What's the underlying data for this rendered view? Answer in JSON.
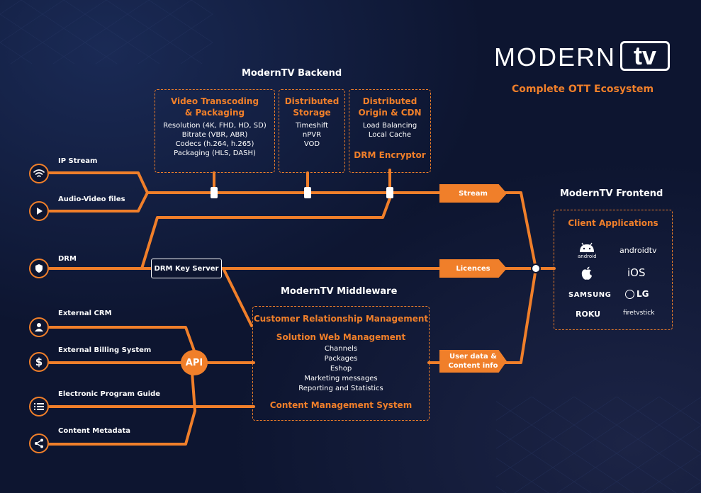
{
  "logo": {
    "word": "MODERN",
    "tv": "tv",
    "tagline": "Complete OTT Ecosystem"
  },
  "backend": {
    "title": "ModernTV Backend",
    "transcoding": {
      "title1": "Video Transcoding",
      "title2": "& Packaging",
      "items": [
        "Resolution (4K, FHD, HD, SD)",
        "Bitrate (VBR, ABR)",
        "Codecs (h.264, h.265)",
        "Packaging (HLS, DASH)"
      ]
    },
    "storage": {
      "title1": "Distributed",
      "title2": "Storage",
      "items": [
        "Timeshift",
        "nPVR",
        "VOD"
      ]
    },
    "origin": {
      "title1": "Distributed",
      "title2": "Origin & CDN",
      "items": [
        "Load Balancing",
        "Local Cache"
      ],
      "drm": "DRM Encryptor"
    }
  },
  "inputs": {
    "ip_stream": "IP Stream",
    "av_files": "Audio-Video files",
    "drm": "DRM",
    "crm": "External CRM",
    "billing": "External Billing System",
    "epg": "Electronic Program Guide",
    "metadata": "Content Metadata"
  },
  "drm_key_server": "DRM Key Server",
  "api": "API",
  "middleware": {
    "title": "ModernTV Middleware",
    "crm": "Customer Relationship Management",
    "swm": "Solution Web Management",
    "items": [
      "Channels",
      "Packages",
      "Eshop",
      "Marketing messages",
      "Reporting and Statistics"
    ],
    "cms": "Content Management System"
  },
  "chips": {
    "stream": "Stream",
    "licences": "Licences",
    "userdata1": "User data &",
    "userdata2": "Content info"
  },
  "frontend": {
    "title": "ModernTV Frontend",
    "box_title": "Client Applications",
    "brands": {
      "android": "android",
      "androidtv": "androidtv",
      "ios": "iOS",
      "samsung": "SAMSUNG",
      "lg": "LG",
      "roku": "ROKU",
      "firetv": "firetvstick"
    }
  },
  "colors": {
    "accent": "#f07f2a",
    "background": "#0d1530",
    "text": "#ffffff"
  }
}
